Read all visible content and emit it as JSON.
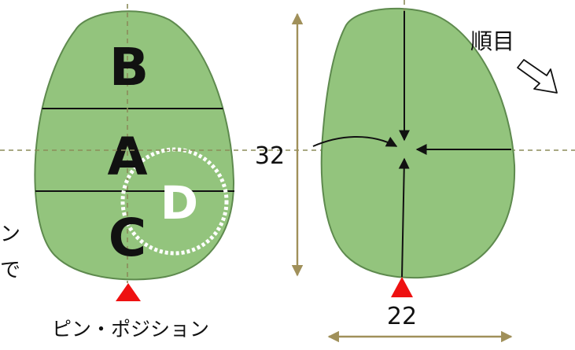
{
  "left_green": {
    "zone_top": "B",
    "zone_middle": "A",
    "zone_bottom": "C",
    "zone_circle": "D",
    "caption": "ピン・ポジション"
  },
  "right_green": {
    "length_label": "32",
    "width_label": "22",
    "grain_label": "順目"
  },
  "edge_text": {
    "line1": "ン",
    "line2": "で"
  },
  "colors": {
    "green_fill": "#93c47d",
    "green_stroke": "#5e8a4e",
    "guide_line": "#8b8b5a",
    "dimension_line": "#a0905a",
    "pin_marker": "#ee1111"
  },
  "icons": {
    "grain_arrow": "hollow-arrow-icon",
    "pin": "pin-triangle-icon"
  }
}
